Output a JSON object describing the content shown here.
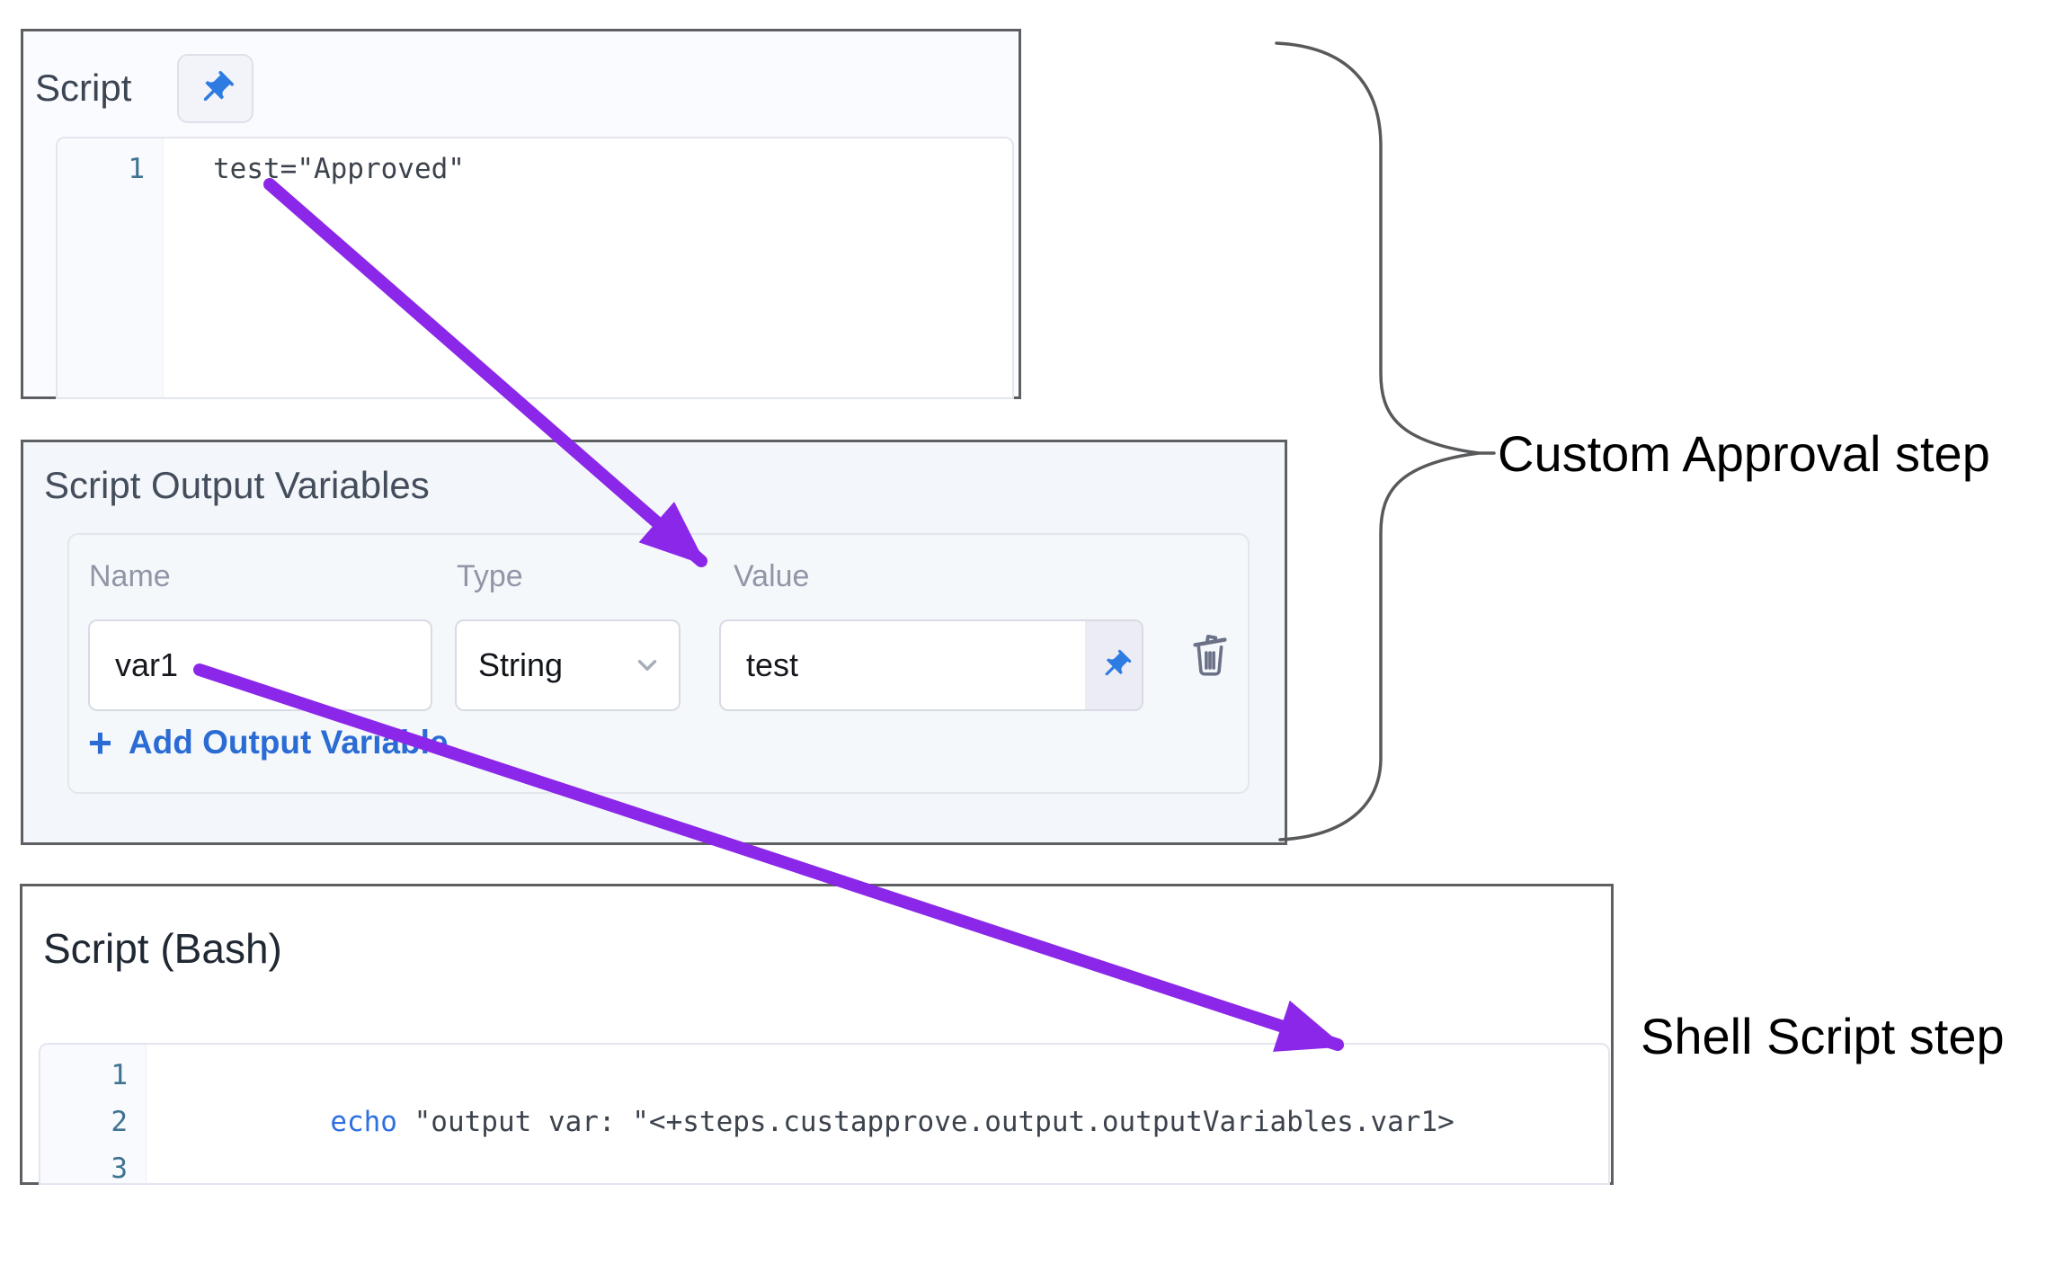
{
  "panel1": {
    "title": "Script",
    "editor": {
      "line_number": "1",
      "code": "test=\"Approved\""
    }
  },
  "panel2": {
    "title": "Script Output Variables",
    "labels": {
      "name": "Name",
      "type": "Type",
      "value": "Value"
    },
    "row": {
      "name": "var1",
      "type": "String",
      "value": "test"
    },
    "add_button": {
      "plus": "+",
      "label": "Add Output Variable"
    }
  },
  "panel3": {
    "title": "Script (Bash)",
    "editor": {
      "lines": [
        {
          "num": "1",
          "keyword": "echo",
          "code": " \"output var: \"<+steps.custapprove.output.outputVariables.var1>"
        },
        {
          "num": "2",
          "keyword": "",
          "code": ""
        },
        {
          "num": "3",
          "keyword": "",
          "code": ""
        }
      ]
    }
  },
  "annotations": {
    "custom_approval": "Custom Approval step",
    "shell_script": "Shell Script step"
  },
  "colors": {
    "arrow_purple": "#8b27e8",
    "pin_blue": "#2e7ce2",
    "link_blue": "#2b6cd4",
    "keyword_blue": "#2d6fe0",
    "line_number_teal": "#3f7391",
    "panel_border": "#5e5f62",
    "panel2_bg": "#f3f6fa"
  }
}
